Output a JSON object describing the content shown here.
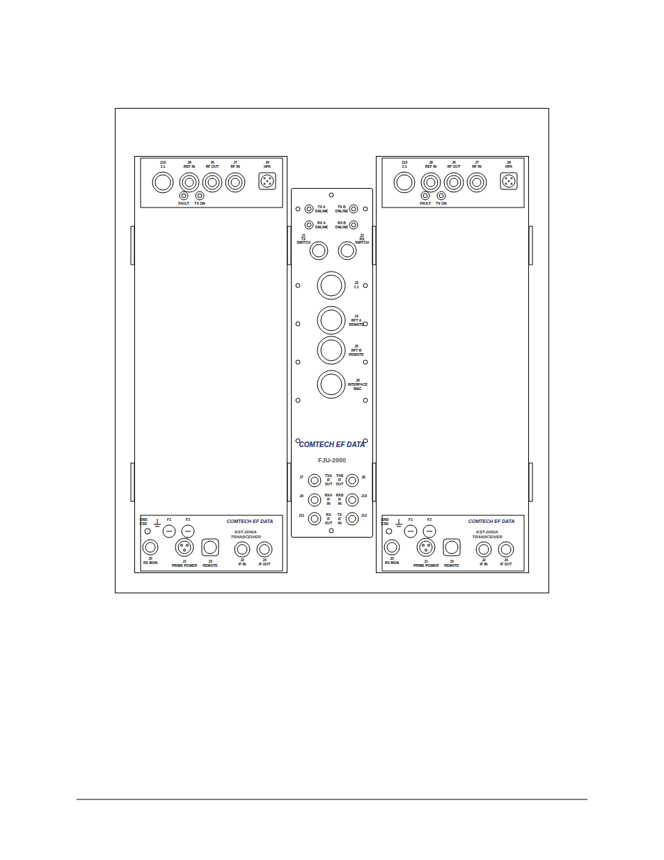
{
  "diagram": {
    "nodes": [
      {
        "text": [
          "COMTECH EF DATA",
          "KST-2000A TRANSCEIVER"
        ]
      },
      {
        "text": [
          "COMTECH EF DATA",
          "FJU-2000"
        ]
      },
      {
        "text": [
          "COMTECH EF DATA",
          "KST-2000A TRANSCEIVER"
        ]
      }
    ],
    "labels": [
      "J10",
      "1:1",
      "J8",
      "REF IN",
      "J6",
      "RF OUT",
      "J7",
      "RF IN",
      "J9",
      "HPA",
      "FAULT",
      "TX ON",
      "GND",
      "ESD",
      "F1",
      "F2",
      "J5",
      "RX MON",
      "J1",
      "PRIME POWER",
      "J3",
      "REMOTE",
      "J2",
      "IF IN",
      "J4",
      "IF OUT",
      "J10",
      "1:1",
      "J8",
      "REF IN",
      "J6",
      "RF OUT",
      "J7",
      "RF IN",
      "J9",
      "HPA",
      "FAULT",
      "TX ON",
      "GND",
      "ESD",
      "F1",
      "F2",
      "J5",
      "RX MON",
      "J1",
      "PRIME POWER",
      "J3",
      "REMOTE",
      "J2",
      "IF IN",
      "J4",
      "IF OUT",
      "TX A",
      "ONLINE",
      "TX B",
      "ONLINE",
      "RX A",
      "ONLINE",
      "RX B",
      "ONLINE",
      "J1",
      "TX",
      "SWITCH",
      "J2",
      "RX",
      "SWITCH",
      "J3",
      "1:1",
      "J4",
      "RFT A",
      "REMOTE",
      "J5",
      "RFT B",
      "REMOTE",
      "J6",
      "INTERFACE",
      "M&C",
      "J7",
      "TXA",
      "IF",
      "OUT",
      "J8",
      "TXB",
      "IF",
      "OUT",
      "J9",
      "RXA",
      "IF",
      "IN",
      "J10",
      "RXB",
      "IF",
      "IN",
      "J11",
      "RX",
      "IF",
      "OUT",
      "J12",
      "TX",
      "IF",
      "IN"
    ]
  }
}
